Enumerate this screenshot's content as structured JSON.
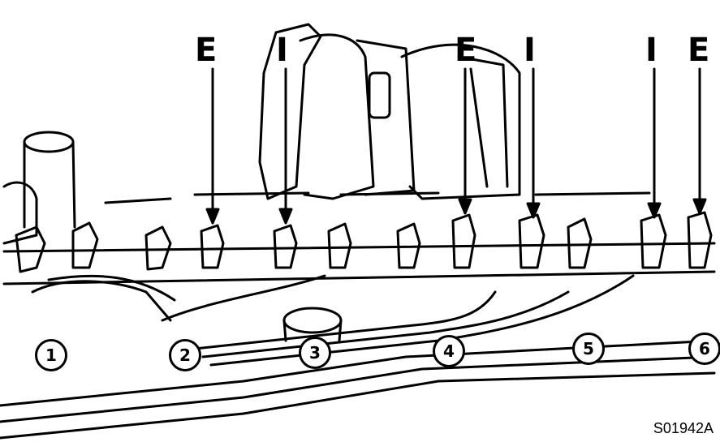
{
  "valve_labels": [
    "E",
    "I",
    "E",
    "I",
    "I",
    "E"
  ],
  "cylinders": [
    "1",
    "2",
    "3",
    "4",
    "5",
    "6"
  ],
  "figure_id": "S01942A",
  "colors": {
    "ink": "#000000",
    "paper": "#ffffff"
  }
}
